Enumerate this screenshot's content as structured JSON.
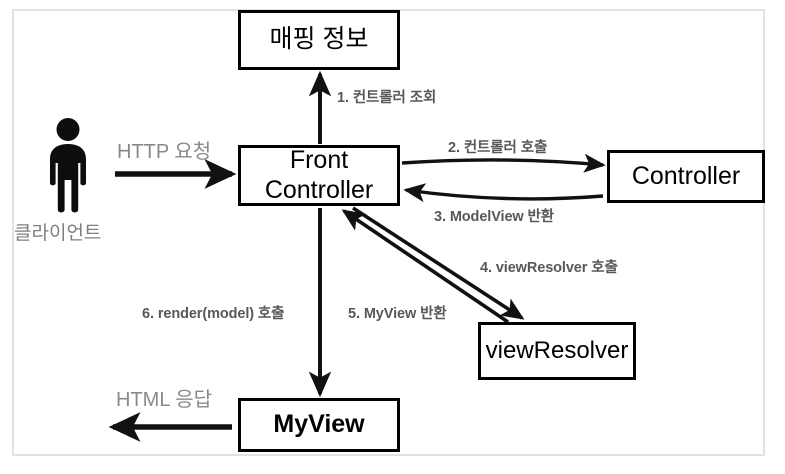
{
  "diagram": {
    "title": "Spring MVC Front Controller Flow",
    "background_color": "#ffffff",
    "frame_color": "#e2e2e4",
    "node_border_color": "#000000",
    "edge_label_color": "#58585a",
    "plain_label_color": "#8a8a8d",
    "arrow_color": "#111111"
  },
  "nodes": {
    "mapping_info": "매핑 정보",
    "front_controller": "Front\nController",
    "controller": "Controller",
    "view_resolver": "viewResolver",
    "myview": "MyView"
  },
  "actor": {
    "icon": "person-icon",
    "label": "클라이언트"
  },
  "edges": [
    {
      "id": "http-request",
      "label": "HTTP 요청",
      "from": "client",
      "to": "front_controller",
      "style": "plain"
    },
    {
      "id": "step-1",
      "label": "1. 컨트롤러 조회",
      "from": "front_controller",
      "to": "mapping_info",
      "style": "numbered"
    },
    {
      "id": "step-2",
      "label": "2. 컨트롤러 호출",
      "from": "front_controller",
      "to": "controller",
      "style": "numbered"
    },
    {
      "id": "step-3",
      "label": "3. ModelView 반환",
      "from": "controller",
      "to": "front_controller",
      "style": "numbered"
    },
    {
      "id": "step-4",
      "label": "4. viewResolver 호출",
      "from": "front_controller",
      "to": "view_resolver",
      "style": "numbered"
    },
    {
      "id": "step-5",
      "label": "5. MyView 반환",
      "from": "view_resolver",
      "to": "front_controller",
      "style": "numbered"
    },
    {
      "id": "step-6",
      "label": "6. render(model) 호출",
      "from": "front_controller",
      "to": "myview",
      "style": "numbered"
    },
    {
      "id": "html-response",
      "label": "HTML 응답",
      "from": "myview",
      "to": "client",
      "style": "plain"
    }
  ]
}
